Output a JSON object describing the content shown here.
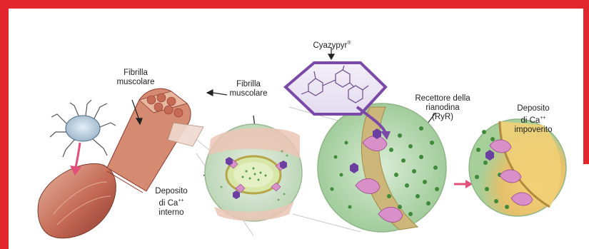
{
  "colors": {
    "frame": "#e3262b",
    "arrow_pink": "#e2507a",
    "molecule_border": "#7b4aa8",
    "circle_green": "#3f8a3a"
  },
  "labels": {
    "fibrilla_left_1": "Fibrilla",
    "fibrilla_left_2": "muscolare",
    "fibrilla_right_1": "Fibrilla",
    "fibrilla_right_2": "muscolare",
    "cyazypyr": "Cyazypyr",
    "cyazypyr_mark": "®",
    "recettore_1": "Recettore della",
    "recettore_2": "rianodina",
    "recettore_3": "(RyR)",
    "deposito_int_1": "Deposito",
    "deposito_int_2": "di Ca",
    "deposito_int_sup": "++",
    "deposito_int_3": "interno",
    "deposito_imp_1": "Deposito",
    "deposito_imp_2": "di Ca",
    "deposito_imp_sup": "++",
    "deposito_imp_3": "impoverito"
  }
}
